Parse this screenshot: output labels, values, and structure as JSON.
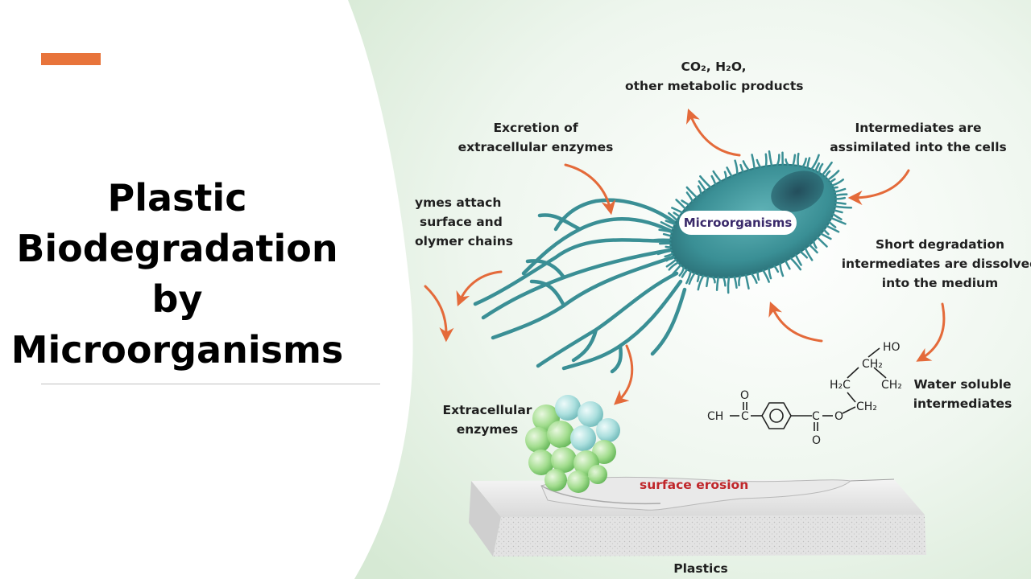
{
  "slide": {
    "title_lines": [
      "Plastic",
      "Biodegradation",
      "by",
      "Microorganisms"
    ],
    "accent_color": "#e8743b"
  },
  "diagram": {
    "products": [
      "CO₂, H₂O,",
      "other metabolic products"
    ],
    "excretion": [
      "Excretion of",
      "extracellular enzymes"
    ],
    "assimilated": [
      "Intermediates are",
      "assimilated into the cells"
    ],
    "attach": [
      "ymes attach",
      "surface and",
      "olymer chains"
    ],
    "microorganisms": "Microorganisms",
    "short_intermediates": [
      "Short degradation",
      "intermediates are dissolved",
      "into the medium"
    ],
    "extracellular_enzymes": [
      "Extracellular",
      "enzymes"
    ],
    "water_soluble": [
      "Water soluble",
      "intermediates"
    ],
    "surface_erosion": "surface erosion",
    "plastics": "Plastics",
    "chemical_structure": {
      "ho": "HO",
      "ch2_a": "CH₂",
      "h2c": "H₂C",
      "ch2_b": "CH₂",
      "ch2_c": "CH₂",
      "ch": "CH",
      "c1": "C",
      "o1": "O",
      "c2": "C",
      "o2": "O",
      "o3": "O"
    },
    "colors": {
      "arrow": "#e46a3a",
      "bacterium": "#3a8f95",
      "background": "#e6f2e6",
      "erosion_text": "#c0262a"
    }
  }
}
